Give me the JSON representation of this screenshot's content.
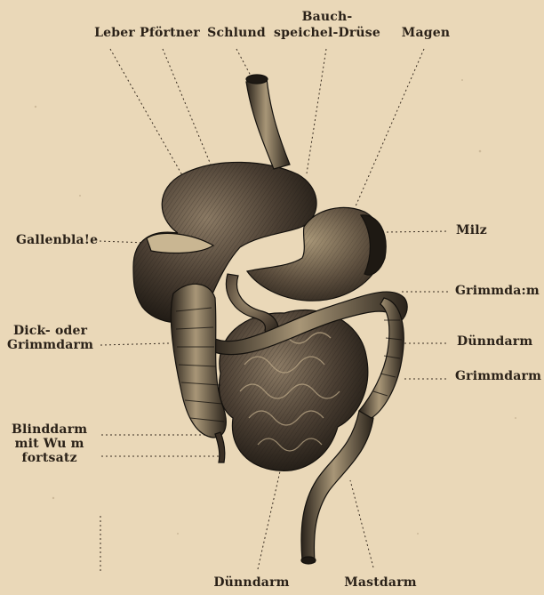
{
  "labels": {
    "leber": "Leber",
    "pfortner": "Pförtner",
    "schlund": "Schlund",
    "bauchspeicheldruse": [
      "Bauch-",
      "speichel-Drüse"
    ],
    "magen": "Magen",
    "gallenblase": "Gallenbla!e",
    "milz": "Milz",
    "grimmdarm_upper": "Grimmda:m",
    "dick_oder_grimmdarm": [
      "Dick- oder",
      "Grimmdarm"
    ],
    "dunndarm_right": "Dünndarm",
    "grimmdarm_right": "Grimmdarm",
    "blinddarm": [
      "Blinddarm",
      "mit Wu m",
      "fortsatz"
    ],
    "dunndarm_bottom": "Dünndarm",
    "mastdarm": "Mastdarm"
  },
  "colors": {
    "paper": "#ead8b8",
    "ink": "#2a2118"
  }
}
